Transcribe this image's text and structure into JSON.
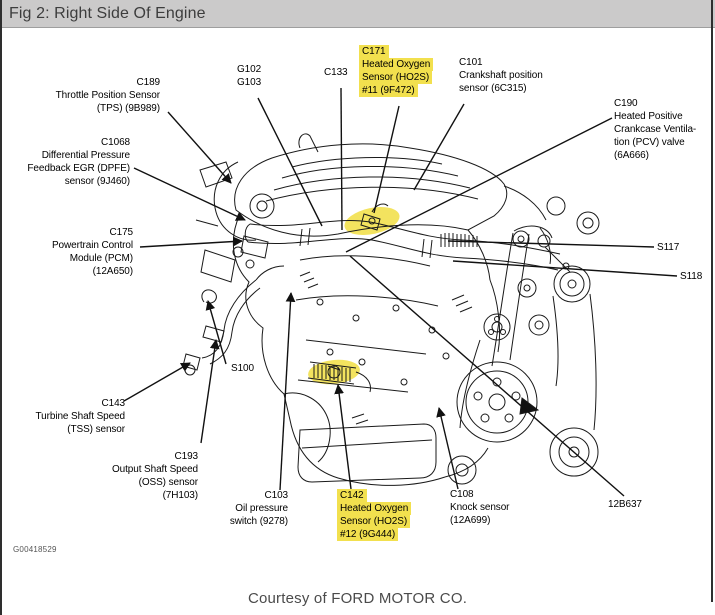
{
  "titlebar": {
    "title": "Fig 2: Right Side Of Engine"
  },
  "colors": {
    "highlight": "#f2e04e",
    "titlebar-bg": "#cbcaca",
    "titlebar-text": "#3d3d3d",
    "ink": "#1a1a1a"
  },
  "labels": {
    "c189": {
      "lines": [
        "C189",
        "Throttle Position Sensor",
        "(TPS) (9B989)"
      ]
    },
    "c1068": {
      "lines": [
        "C1068",
        "Differential Pressure",
        "Feedback EGR (DPFE)",
        "sensor (9J460)"
      ]
    },
    "c175": {
      "lines": [
        "C175",
        "Powertrain Control",
        "Module (PCM)",
        "(12A650)"
      ]
    },
    "c143": {
      "lines": [
        "C143",
        "Turbine Shaft Speed",
        "(TSS) sensor"
      ]
    },
    "c193": {
      "lines": [
        "C193",
        "Output Shaft Speed",
        "(OSS) sensor",
        "(7H103)"
      ]
    },
    "c103": {
      "lines": [
        "C103",
        "Oil pressure",
        "switch (9278)"
      ]
    },
    "c142": {
      "lines": [
        "C142",
        "Heated Oxygen",
        "Sensor (HO2S)",
        "#12 (9G444)"
      ],
      "highlighted": true
    },
    "c108": {
      "lines": [
        "C108",
        "Knock sensor",
        "(12A699)"
      ]
    },
    "g102": {
      "lines": [
        "G102",
        "G103"
      ]
    },
    "c133": {
      "lines": [
        "C133"
      ]
    },
    "c171": {
      "lines": [
        "C171",
        "Heated Oxygen",
        "Sensor (HO2S)",
        "#11 (9F472)"
      ],
      "highlighted": true
    },
    "c101": {
      "lines": [
        "C101",
        "Crankshaft position",
        "sensor (6C315)"
      ]
    },
    "c190": {
      "lines": [
        "C190",
        "Heated Positive",
        "Crankcase Ventila-",
        "tion (PCV) valve",
        "(6A666)"
      ]
    },
    "s117": {
      "lines": [
        "S117"
      ]
    },
    "s118": {
      "lines": [
        "S118"
      ]
    },
    "s100": {
      "lines": [
        "S100"
      ]
    },
    "harness12b637": {
      "lines": [
        "12B637"
      ]
    }
  },
  "footer": {
    "figure_code": "G00418529",
    "credit": "Courtesy of FORD MOTOR CO."
  }
}
